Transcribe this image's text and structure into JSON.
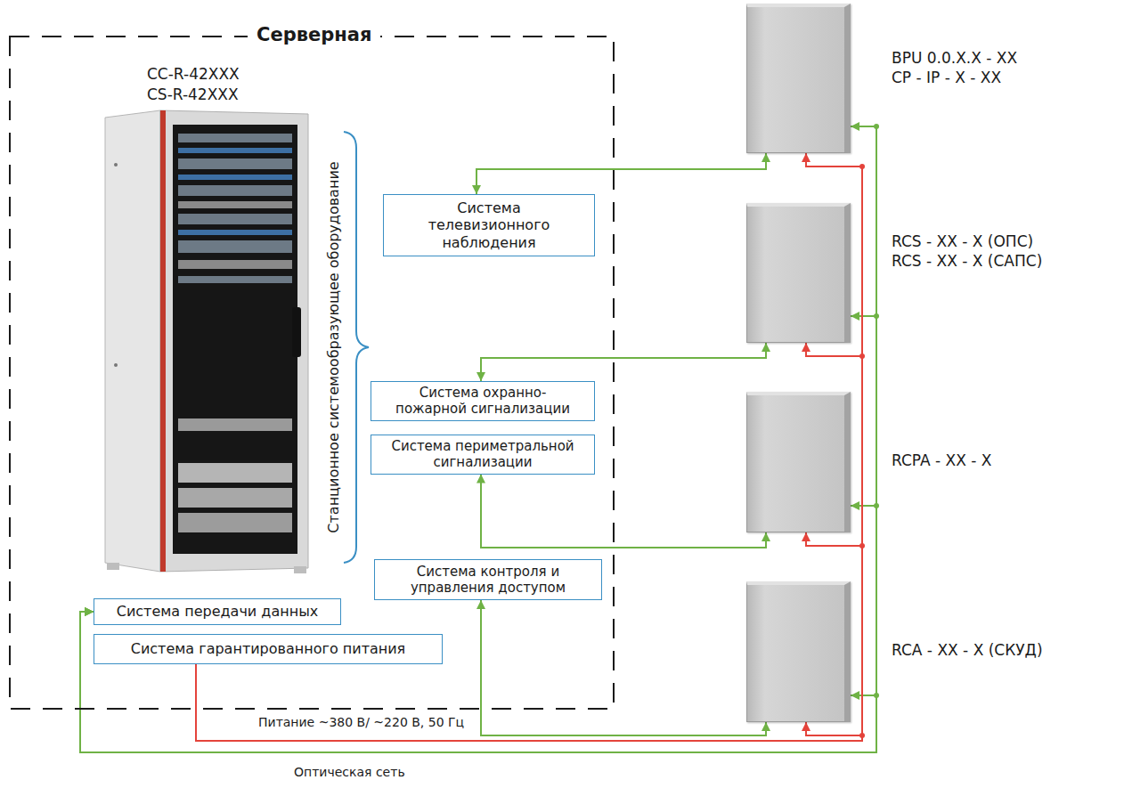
{
  "diagram": {
    "nodes": [
      {
        "text": [
          "Серверная"
        ]
      },
      {
        "text": [
          "Система телевизионного наблюдения"
        ],
        "in": 0
      },
      {
        "text": [
          "Система охранно-пожарной сигнализации"
        ],
        "in": 0
      },
      {
        "text": [
          "Система периметральной сигнализации"
        ],
        "in": 0
      },
      {
        "text": [
          "Система контроля и управления доступом"
        ],
        "in": 0
      },
      {
        "text": [
          "Система передачи данных"
        ],
        "in": 0
      },
      {
        "text": [
          "Система гарантированного питания"
        ],
        "in": 0
      },
      {
        "text": [
          "BPU 0.0.X.X - XX",
          "CP - IP - X - XX"
        ]
      },
      {
        "text": [
          "RCS - XX - X (ОПС)",
          "RCS - XX - X (САПС)"
        ]
      },
      {
        "text": [
          "RCPA - XX - X"
        ]
      },
      {
        "text": [
          "RCA - XX - X (СКУД)"
        ]
      }
    ],
    "edges": [
      {
        "from": 1,
        "to": 7,
        "arrow": "both"
      },
      {
        "from": 2,
        "to": 8,
        "arrow": "both"
      },
      {
        "from": 3,
        "to": 9,
        "arrow": "both"
      },
      {
        "from": 4,
        "to": 10,
        "arrow": "both"
      },
      {
        "from": 5,
        "to": 7,
        "arrow": "both"
      },
      {
        "from": 5,
        "to": 8,
        "arrow": "both"
      },
      {
        "from": 5,
        "to": 9,
        "arrow": "both"
      },
      {
        "from": 5,
        "to": 10,
        "arrow": "both"
      },
      {
        "from": 6,
        "to": 7,
        "arrow": "to"
      },
      {
        "from": 6,
        "to": 8,
        "arrow": "to"
      },
      {
        "from": 6,
        "to": 9,
        "arrow": "to"
      },
      {
        "from": 6,
        "to": 10,
        "arrow": "to"
      }
    ],
    "labels": [
      "CC-R-42XXX",
      "CS-R-42XXX",
      "Станционное системообразующее оборудование",
      "Питание ~380 В/ ~220 В, 50 Гц",
      "Оптическая сеть"
    ]
  }
}
